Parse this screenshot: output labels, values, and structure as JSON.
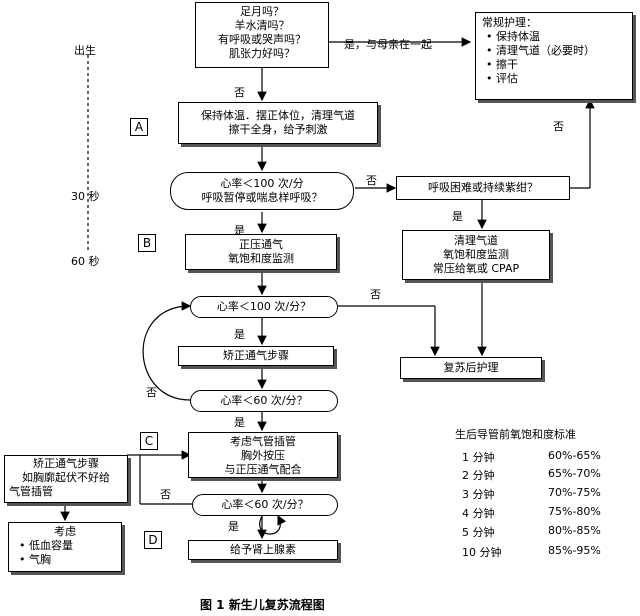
{
  "timeline": {
    "birth": "出生",
    "t30": "30 秒",
    "t60": "60 秒"
  },
  "steps": {
    "a": "A",
    "b": "B",
    "c": "C",
    "d": "D"
  },
  "q_initial": [
    "足月吗？",
    "羊水清吗？",
    "有呼吸或哭声吗？",
    "肌张力好吗？"
  ],
  "edge_yes_mother": "是，与母亲在一起",
  "routine_care": {
    "title": "常规护理：",
    "items": [
      "保持体温",
      "清理气道（必要时）",
      "擦干",
      "评估"
    ]
  },
  "no": "否",
  "yes": "是",
  "a_box": [
    "保持体温．摆正体位，清理气道",
    "擦干全身，给予刺激"
  ],
  "q_hr100_resp": [
    "心率＜100 次/分",
    "呼吸暂停或喘息样呼吸？"
  ],
  "q_breath": "呼吸困难或持续紫绀？",
  "b_box": [
    "正压通气",
    "氧饱和度监测"
  ],
  "clear_box": [
    "清理气道",
    "氧饱和度监测",
    "常压给氧或 CPAP"
  ],
  "q_hr100": "心率＜100 次/分？",
  "post_care": "复苏后护理",
  "corrective": "矫正通气步骤",
  "q_hr60": "心率＜60 次/分？",
  "c_box": [
    "考虑气管插管",
    "胸外按压",
    "与正压通气配合"
  ],
  "corrective_note": [
    "矫正通气步骤",
    "如胸廓起伏不好给",
    "气管插管"
  ],
  "consider": {
    "title": "考虑",
    "items": [
      "低血容量",
      "气胸"
    ]
  },
  "epi_box": "给予肾上腺素",
  "sat_table": {
    "title": "生后导管前氧饱和度标准",
    "rows": [
      {
        "time": "1 分钟",
        "range": "60%-65%"
      },
      {
        "time": "2 分钟",
        "range": "65%-70%"
      },
      {
        "time": "3 分钟",
        "range": "70%-75%"
      },
      {
        "time": "4 分钟",
        "range": "75%-80%"
      },
      {
        "time": "5 分钟",
        "range": "80%-85%"
      },
      {
        "time": "10 分钟",
        "range": "85%-95%"
      }
    ]
  },
  "caption": "图 1   新生儿复苏流程图"
}
